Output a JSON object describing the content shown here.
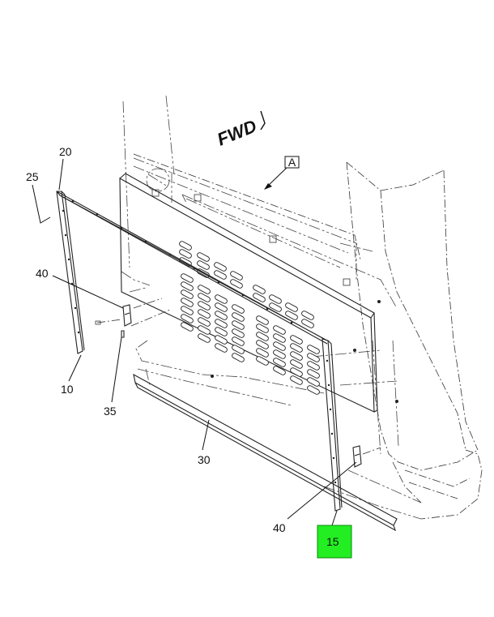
{
  "diagram": {
    "orientation_label": "FWD",
    "view_flag": "A",
    "highlight_color": "#22ee22",
    "callouts": {
      "c20": "20",
      "c25": "25",
      "c40_left": "40",
      "c10": "10",
      "c35": "35",
      "c30": "30",
      "c40_right": "40",
      "c15": "15"
    }
  }
}
